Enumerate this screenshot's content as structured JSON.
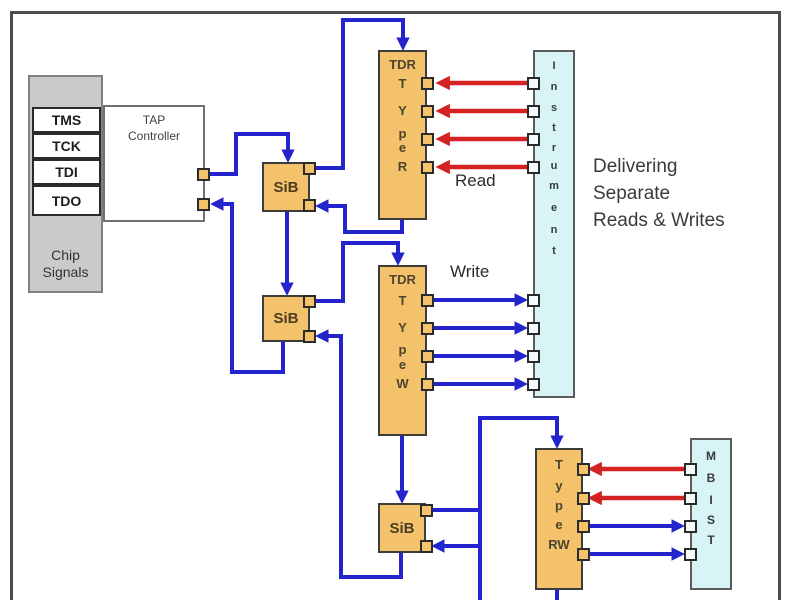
{
  "note": {
    "line1": "Delivering",
    "line2": "Separate",
    "line3": "Reads & Writes"
  },
  "labels": {
    "read": "Read",
    "write": "Write"
  },
  "chip_signals": {
    "pins": [
      "TMS",
      "TCK",
      "TDI",
      "TDO"
    ],
    "caption_line1": "Chip",
    "caption_line2": "Signals"
  },
  "tap_controller": {
    "line1": "TAP",
    "line2": "Controller"
  },
  "sib": {
    "label": "SiB"
  },
  "tdr_type_r": {
    "header": "TDR",
    "letters": [
      "T",
      "Y",
      "p",
      "e",
      "R"
    ]
  },
  "tdr_type_w": {
    "header": "TDR",
    "letters": [
      "T",
      "Y",
      "p",
      "e",
      "W"
    ]
  },
  "type_rw": {
    "letters": [
      "T",
      "y",
      "p",
      "e",
      "RW"
    ]
  },
  "instrument": {
    "letters": [
      "I",
      "n",
      "s",
      "t",
      "r",
      "u",
      "m",
      "e",
      "n",
      "t"
    ]
  },
  "mbist": {
    "letters": [
      "M",
      "B",
      "I",
      "S",
      "T"
    ]
  },
  "colors": {
    "wire_blue": "#2424cc",
    "arrow_red": "#d42222",
    "block_orange": "#f3c26b",
    "block_cyan": "#d9f4f4",
    "chip_gray": "#cacaca"
  }
}
